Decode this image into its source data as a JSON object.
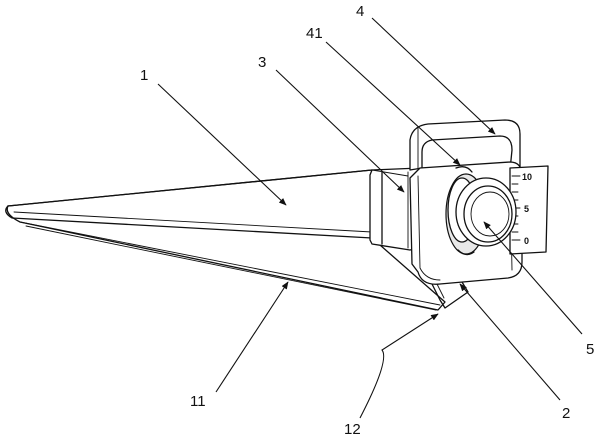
{
  "labels": {
    "l1": "1",
    "l3": "3",
    "l41": "41",
    "l4": "4",
    "l5": "5",
    "l2": "2",
    "l11": "11",
    "l12": "12"
  },
  "scale": {
    "t10": "10",
    "t5": "5",
    "t0": "0"
  }
}
